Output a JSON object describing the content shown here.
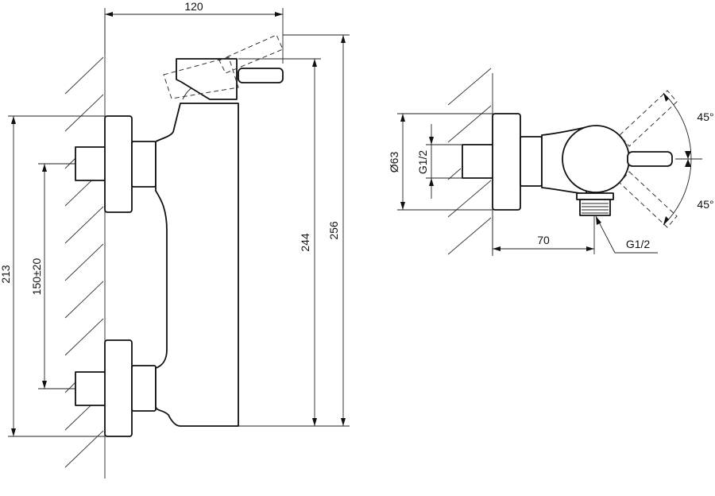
{
  "side_view": {
    "dim_width": "120",
    "dim_height_body": "244",
    "dim_height_total": "256",
    "dim_wall_span": "213",
    "dim_inlet_spacing": "150±20"
  },
  "top_view": {
    "dim_diameter": "Ø63",
    "dim_inlet_thread": "G1/2",
    "dim_depth": "70",
    "dim_outlet_thread": "G1/2",
    "angle_upper": "45°",
    "angle_lower": "45°"
  },
  "colors": {
    "line": "#111111",
    "background": "#ffffff"
  }
}
